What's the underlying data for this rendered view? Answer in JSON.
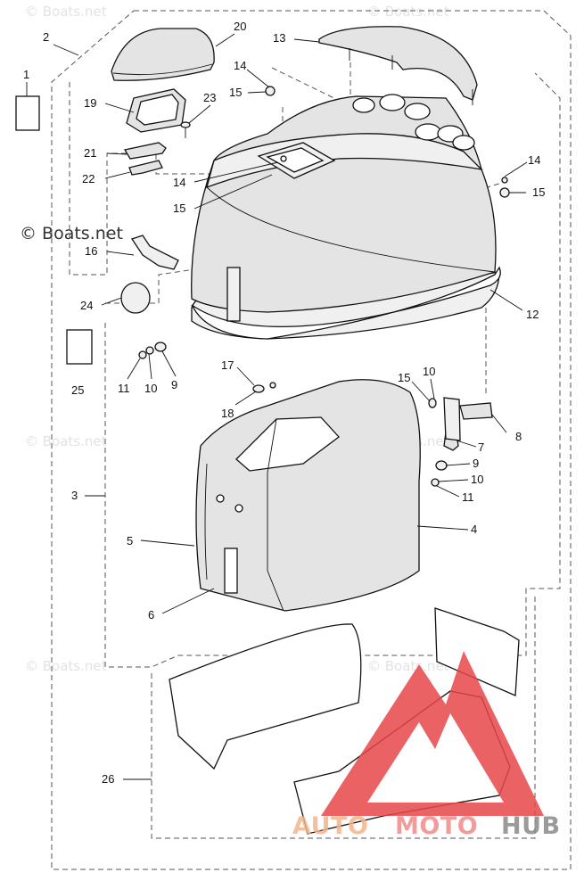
{
  "watermark": {
    "brand_text": "© Boats.net"
  },
  "logo": {
    "part1": "AUTO",
    "part2": "MOTO",
    "part3": "HUB",
    "color1": "#f5b48a",
    "color2": "#f08a8a",
    "color3": "#8a8a8a",
    "mark_color": "#e8474a"
  },
  "callouts": [
    {
      "id": "c1",
      "text": "1"
    },
    {
      "id": "c2",
      "text": "2"
    },
    {
      "id": "c3",
      "text": "3"
    },
    {
      "id": "c4",
      "text": "4"
    },
    {
      "id": "c5",
      "text": "5"
    },
    {
      "id": "c6",
      "text": "6"
    },
    {
      "id": "c7",
      "text": "7"
    },
    {
      "id": "c8",
      "text": "8"
    },
    {
      "id": "c9a",
      "text": "9"
    },
    {
      "id": "c9b",
      "text": "9"
    },
    {
      "id": "c10a",
      "text": "10"
    },
    {
      "id": "c10b",
      "text": "10"
    },
    {
      "id": "c10c",
      "text": "10"
    },
    {
      "id": "c11a",
      "text": "11"
    },
    {
      "id": "c11b",
      "text": "11"
    },
    {
      "id": "c12",
      "text": "12"
    },
    {
      "id": "c13",
      "text": "13"
    },
    {
      "id": "c14a",
      "text": "14"
    },
    {
      "id": "c14b",
      "text": "14"
    },
    {
      "id": "c14c",
      "text": "14"
    },
    {
      "id": "c15a",
      "text": "15"
    },
    {
      "id": "c15b",
      "text": "15"
    },
    {
      "id": "c15c",
      "text": "15"
    },
    {
      "id": "c15d",
      "text": "15"
    },
    {
      "id": "c16",
      "text": "16"
    },
    {
      "id": "c17",
      "text": "17"
    },
    {
      "id": "c18",
      "text": "18"
    },
    {
      "id": "c19",
      "text": "19"
    },
    {
      "id": "c20",
      "text": "20"
    },
    {
      "id": "c21",
      "text": "21"
    },
    {
      "id": "c22",
      "text": "22"
    },
    {
      "id": "c23",
      "text": "23"
    },
    {
      "id": "c24",
      "text": "24"
    },
    {
      "id": "c25",
      "text": "25"
    },
    {
      "id": "c26",
      "text": "26"
    }
  ]
}
